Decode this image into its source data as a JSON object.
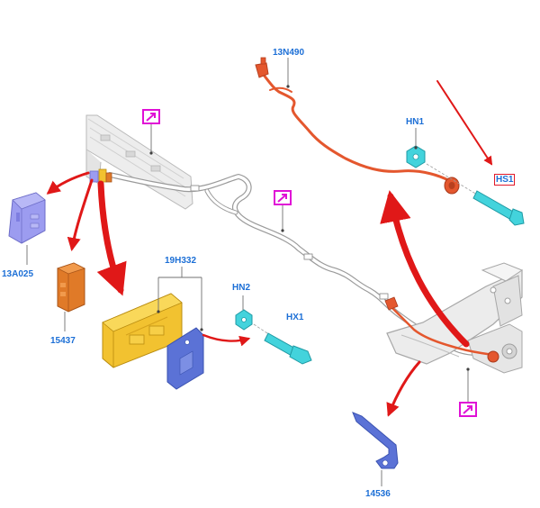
{
  "colors": {
    "label": "#1c6fd6",
    "highlight_box": "#e0192a",
    "callout_arrow": "#e01818",
    "hotspot": "#e010d6",
    "harness": "#e4572e",
    "module": "#f2c230",
    "bracket_blue": "#5b72d6",
    "clip_cyan": "#43d3dc",
    "connector_purple": "#9c9cf0",
    "relay_orange": "#e07a28",
    "frame_gray": "#c9c9c9"
  },
  "part_labels": [
    {
      "key": "13N490",
      "text": "13N490"
    },
    {
      "key": "HN1",
      "text": "HN1"
    },
    {
      "key": "HS1",
      "text": "HS1",
      "highlighted": true
    },
    {
      "key": "19H332",
      "text": "19H332"
    },
    {
      "key": "HN2",
      "text": "HN2"
    },
    {
      "key": "HX1",
      "text": "HX1"
    },
    {
      "key": "13A025",
      "text": "13A025"
    },
    {
      "key": "15437",
      "text": "15437"
    },
    {
      "key": "14536",
      "text": "14536"
    }
  ],
  "detail_links": [
    {
      "icon": "zoom-link-icon"
    },
    {
      "icon": "zoom-link-icon"
    },
    {
      "icon": "zoom-link-icon"
    }
  ]
}
